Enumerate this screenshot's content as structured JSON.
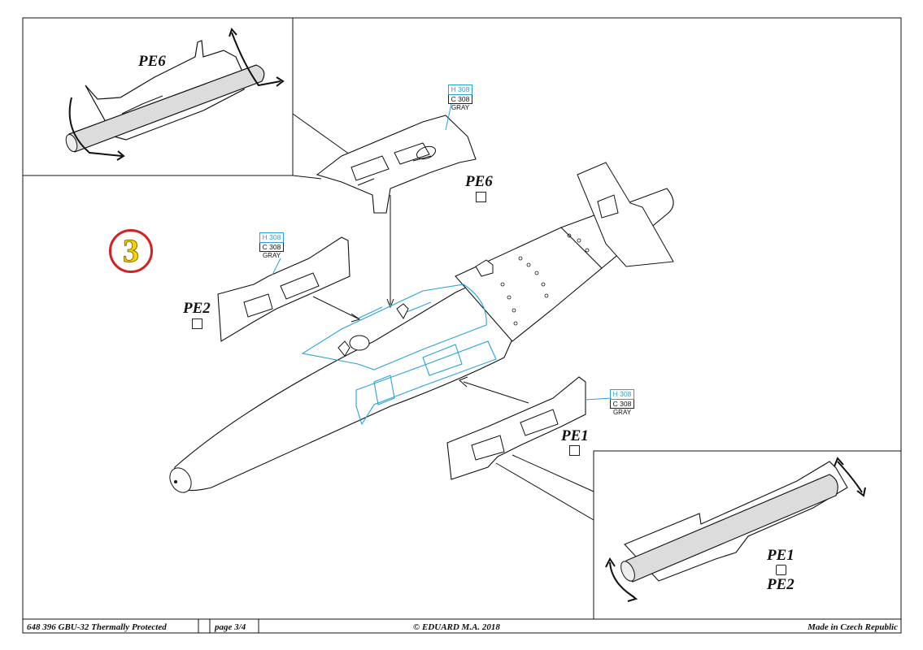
{
  "step_number": "3",
  "labels": {
    "inset_top_part": "PE6",
    "pe6": "PE6",
    "pe2": "PE2",
    "pe1": "PE1",
    "inset_bottom_pe1": "PE1",
    "inset_bottom_pe2": "PE2"
  },
  "paint_callouts": [
    {
      "h": "H 308",
      "c": "C 308",
      "name": "GRAY"
    },
    {
      "h": "H 308",
      "c": "C 308",
      "name": "GRAY"
    },
    {
      "h": "H 308",
      "c": "C 308",
      "name": "GRAY"
    }
  ],
  "icons": {
    "bend_icon": "bend-arrow-icon",
    "roll_icon": "roll-bend-icon"
  },
  "colors": {
    "part_highlight": "#29a3d6",
    "step_circle": "#d42020",
    "step_number": "#f5d300"
  },
  "footer": {
    "product": "648 396  GBU-32 Thermally Protected",
    "page": "page 3/4",
    "copyright": "© EDUARD  M.A. 2018",
    "origin": "Made in Czech Republic"
  }
}
